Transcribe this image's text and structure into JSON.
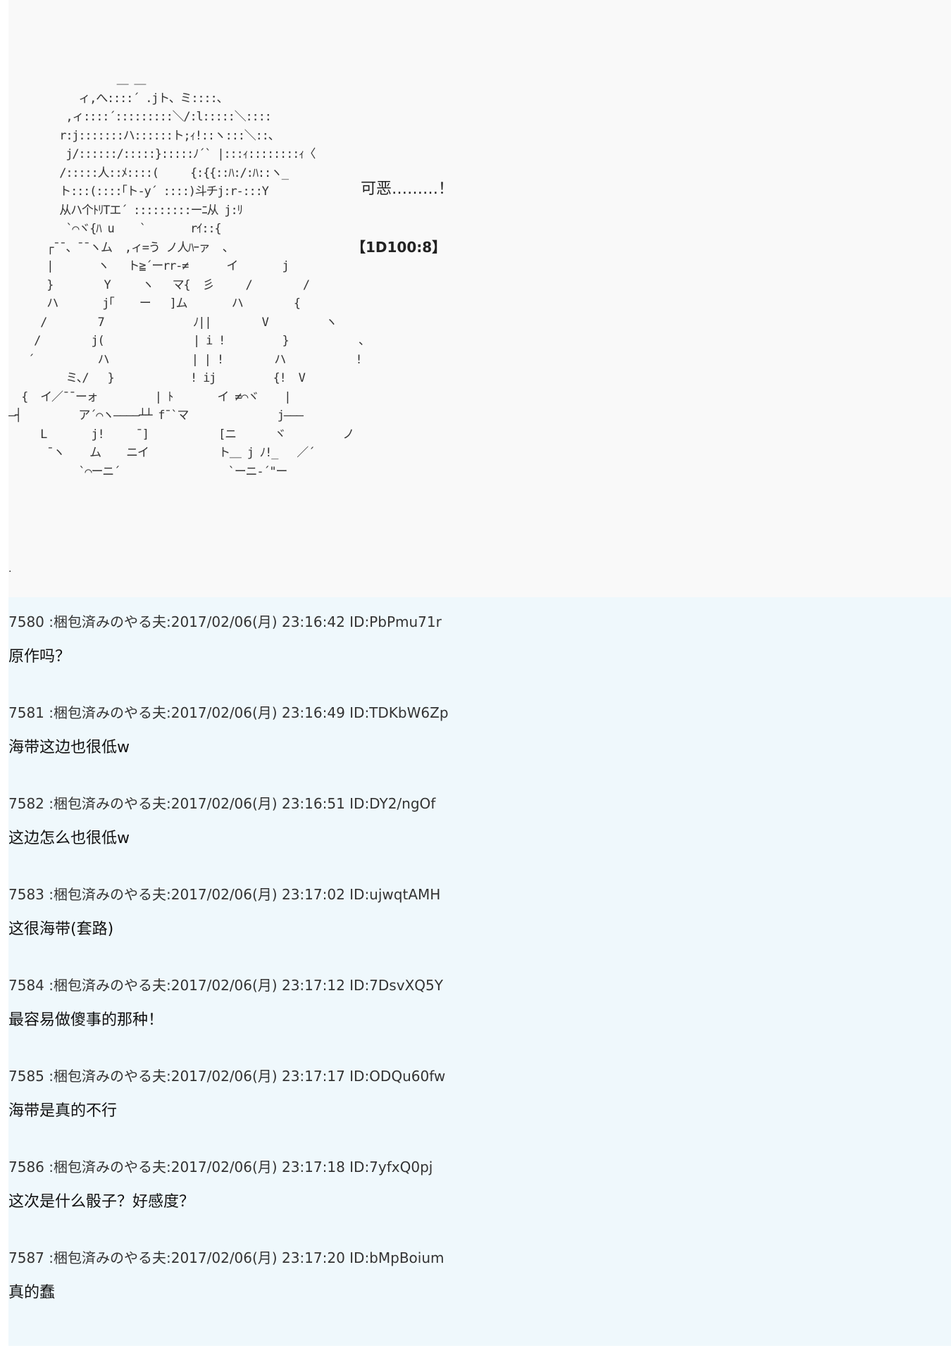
{
  "aa": {
    "art": "                 ＿ ＿\n           ィ,へ::::´ .jト、ミ::::、\n         ,ィ::::´:::::::::＼/:l:::::＼::::\n        r:j:::::::ハ::::::ト;ｨ!::ヽ:::＼::、\n         j/::::::/:::::}:::::ﾉ´` |:::ｨ::::::::ｨ〈\n        /:::::人::ﾒ::::(     {:{{::ﾊ:/:ﾊ::ヽ_\n        ト:::(::::｢ト-y´ ::::)斗チj:r-:::Y\n        从ハ个ﾄﾘTエ´ :::::::::ーﾆ从 j:ﾘ\n         `⌒ヾ{ﾊ u    `       rｲ::{\n      ┌¯¯、¯¯ヽム  ,ィ=う ノ人ﾊｰァ  、\n      |       ヽ   ト≧´ーrr-≠      イ       j\n      }        Y     ヽ   マ{  彡     /        /\n      ハ       j｢    ー   ]ム       ハ        {\n     /        7              ﾉ||        V         ヽ\n    /        j(              | i !         }           、\n   ´          ハ             | | !        ハ           !\n         ミ､/   }            ! ij         {!  V\n  {  イ／¯¯ーォ         | ﾄ       イ ≠⌒ヾ    |\n―┤         ア´⌒ヽ――――┴┴ f¯`マ              j―――\n     L       j!     ¯]           [ニ      ヾ         ノ\n      ¯ヽ    ム    ニイ           ト＿ j ﾉ!_   ／´\n           `⌒ーニ´                 `ーニ-´\"ー",
    "speech": "可恶………！",
    "dice": "【1D100:8】",
    "dot": "."
  },
  "posts": [
    {
      "header": "7580 :梱包済みのやる夫:2017/02/06(月) 23:16:42 ID:PbPmu71r",
      "body": "原作吗？"
    },
    {
      "header": "7581 :梱包済みのやる夫:2017/02/06(月) 23:16:49 ID:TDKbW6Zp",
      "body": "海带这边也很低w"
    },
    {
      "header": "7582 :梱包済みのやる夫:2017/02/06(月) 23:16:51 ID:DY2/ngOf",
      "body": "这边怎么也很低w"
    },
    {
      "header": "7583 :梱包済みのやる夫:2017/02/06(月) 23:17:02 ID:ujwqtAMH",
      "body": "这很海带(套路)"
    },
    {
      "header": "7584 :梱包済みのやる夫:2017/02/06(月) 23:17:12 ID:7DsvXQ5Y",
      "body": "最容易做傻事的那种！"
    },
    {
      "header": "7585 :梱包済みのやる夫:2017/02/06(月) 23:17:17 ID:ODQu60fw",
      "body": "海带是真的不行"
    },
    {
      "header": "7586 :梱包済みのやる夫:2017/02/06(月) 23:17:18 ID:7yfxQ0pj",
      "body": "这次是什么骰子？好感度？"
    },
    {
      "header": "7587 :梱包済みのやる夫:2017/02/06(月) 23:17:20 ID:bMpBoium",
      "body": "真的蠢"
    }
  ]
}
